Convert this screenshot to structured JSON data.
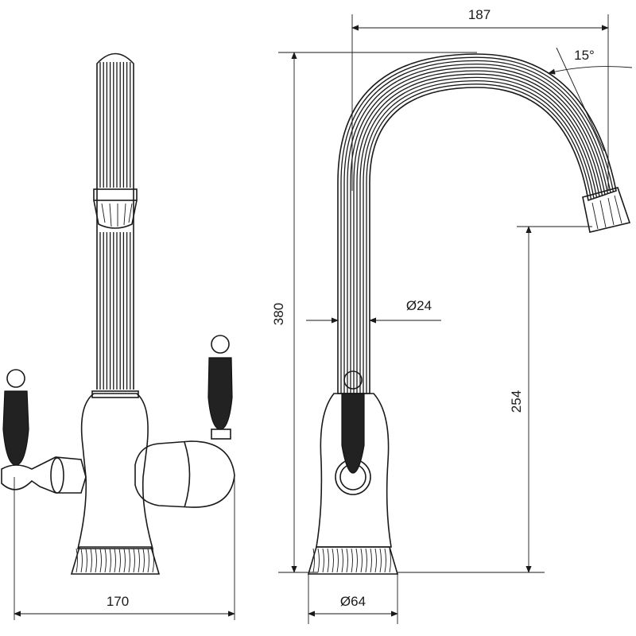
{
  "dimensions": {
    "reach": "187",
    "spout_angle": "15°",
    "total_height": "380",
    "spout_diameter": "Ø24",
    "outlet_height": "254",
    "overall_width": "170",
    "base_diameter": "Ø64"
  },
  "colors": {
    "line": "#1a1a1a",
    "background": "#ffffff"
  }
}
